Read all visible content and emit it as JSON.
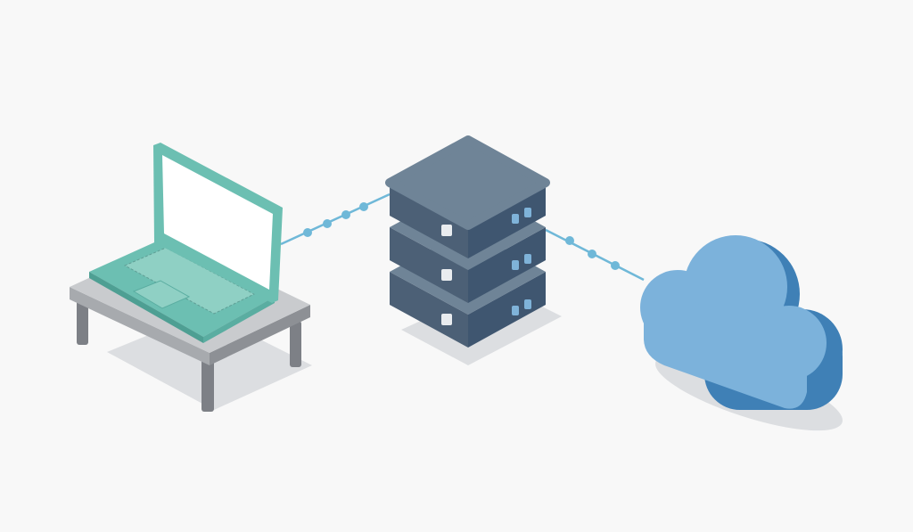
{
  "scene": {
    "description_nodes": [
      "laptop",
      "server",
      "cloud"
    ],
    "colors": {
      "background": "#f8f8f8",
      "laptop_frame": "#6cbfb2",
      "laptop_screen": "#ffffff",
      "laptop_base": "#8fd0c4",
      "table_top": "#c9cbce",
      "table_side": "#8d9095",
      "server_top": "#6f8497",
      "server_side_left": "#4c6076",
      "server_side_right": "#3f5670",
      "server_led": "#7fb3d9",
      "cloud_front": "#7cb2db",
      "cloud_side": "#3f80b6",
      "connector": "#6fb8d8",
      "shadow": "#d8dadd"
    }
  }
}
